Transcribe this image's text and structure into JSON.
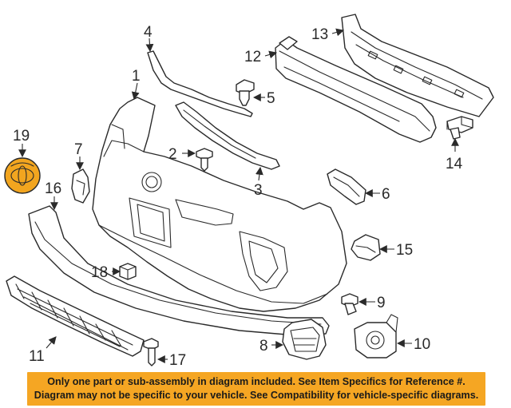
{
  "callouts": {
    "c1": "1",
    "c2": "2",
    "c3": "3",
    "c4": "4",
    "c5": "5",
    "c6": "6",
    "c7": "7",
    "c8": "8",
    "c9": "9",
    "c10": "10",
    "c11": "11",
    "c12": "12",
    "c13": "13",
    "c14": "14",
    "c15": "15",
    "c16": "16",
    "c17": "17",
    "c18": "18",
    "c19": "19"
  },
  "highlight_color": "#f2a51f",
  "banner": {
    "line1": "Only one part or sub-assembly in diagram included. See Item Specifics for Reference #.",
    "line2": "Diagram may not be specific to your vehicle. See Compatibility for vehicle-specific diagrams.",
    "color": "#f5a623"
  }
}
